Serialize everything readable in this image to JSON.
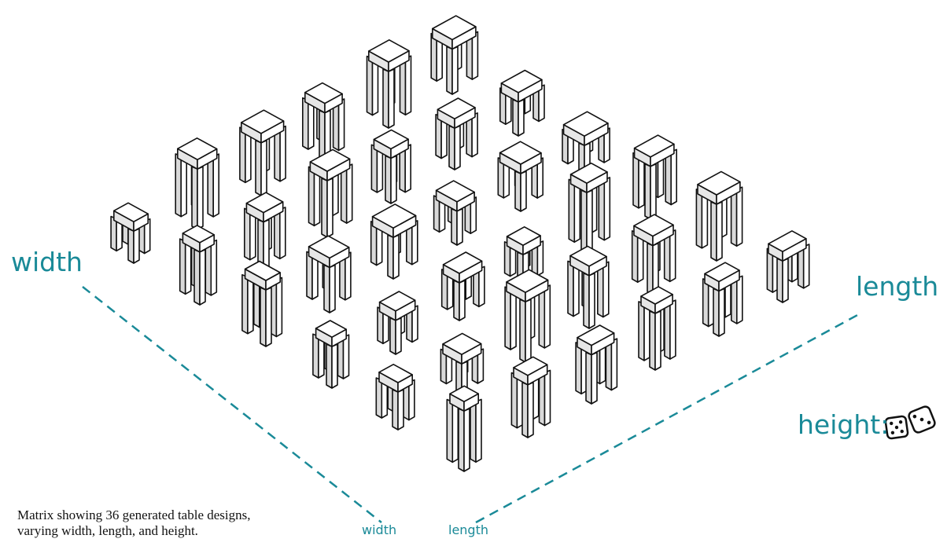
{
  "axes": {
    "width_label": "width",
    "length_label": "length",
    "height_label": "height:",
    "width_axis_end_label": "width",
    "length_axis_end_label": "length",
    "height_icon": "dice-icon",
    "accent_color": "#1a8a98"
  },
  "caption": "Matrix showing 36 generated table designs, varying width, length, and height.",
  "matrix": {
    "rows": 6,
    "columns": 6,
    "count": 36
  }
}
